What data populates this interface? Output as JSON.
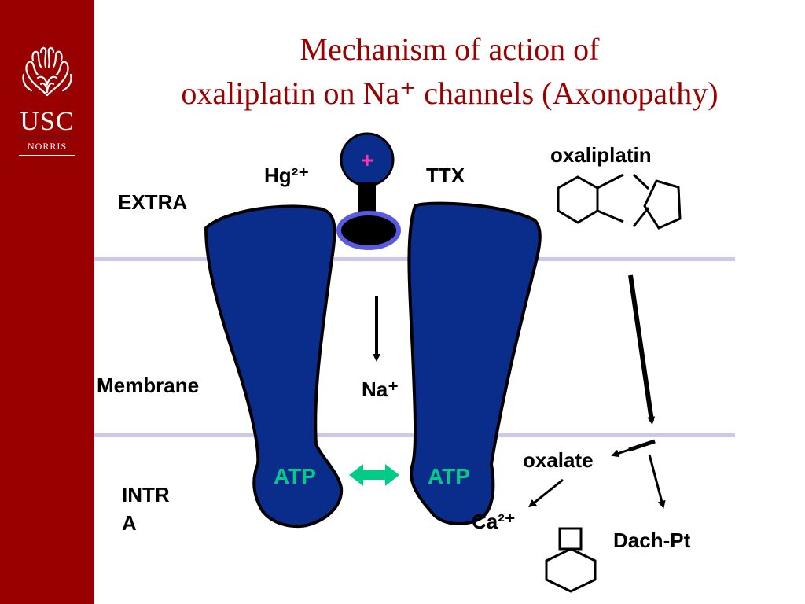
{
  "slide": {
    "title_line1": "Mechanism of action of",
    "title_line2": "oxaliplatin on Na⁺ channels (Axonopathy)"
  },
  "logo": {
    "name": "USC",
    "sub": "NORRIS"
  },
  "labels": {
    "extra": "EXTRA",
    "membrane": "Membrane",
    "intra_line1": "INTR",
    "intra_line2": "A",
    "hg": "Hg²⁺",
    "ttx": "TTX",
    "na": "Na⁺",
    "oxaliplatin": "oxaliplatin",
    "oxalate": "oxalate",
    "ca": "Ca²⁺",
    "dachpt": "Dach-Pt",
    "atp_left": "ATP",
    "atp_right": "ATP",
    "plus": "+"
  },
  "colors": {
    "sidebar": "#990000",
    "title": "#990000",
    "channel": "#0a2d8c",
    "membrane_line": "#c8c8f0",
    "atp": "#00cc88"
  }
}
